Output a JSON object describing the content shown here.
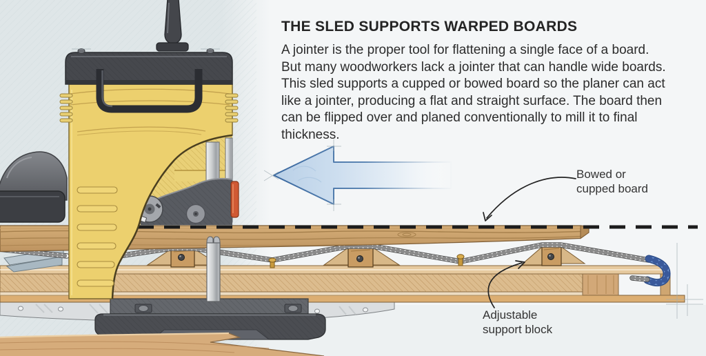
{
  "panel": {
    "title": "THE SLED SUPPORTS WARPED BOARDS",
    "body": "A jointer is the proper tool for flattening a single face of a board. But many woodworkers lack a jointer that can handle wide boards. This sled supports a cupped or bowed board so the planer can act like a jointer, producing a flat and straight surface. The board then can be flipped over and planed conventionally to mill it to final thickness."
  },
  "labels": {
    "board": "Bowed or cupped board",
    "support": "Adjustable support block"
  },
  "illustration": {
    "feed_direction": "left",
    "parts": [
      "planer-machine",
      "crank-handle",
      "carry-handle",
      "motor-housing",
      "cutterhead",
      "feed-roller",
      "depth-post",
      "bowed-board",
      "flat-reference-dashed-line",
      "feed-direction-arrow",
      "planer-sled",
      "threaded-rod",
      "adjustable-support-block",
      "sled-handle",
      "planer-base",
      "workbench"
    ],
    "colors": {
      "planer_body": "#ecd06e",
      "planer_cap": "#46484d",
      "board": "#cfa771",
      "sled": "#d9b98b",
      "arrow_fill": "#c6d8eb",
      "arrow_edge": "#47729f",
      "handle_blue": "#5b84c2",
      "reference_line": "#1f1f1f",
      "background_left": "#e0e7e9",
      "background_right": "#f4f7f7",
      "accent_red": "#cf5a35"
    }
  }
}
